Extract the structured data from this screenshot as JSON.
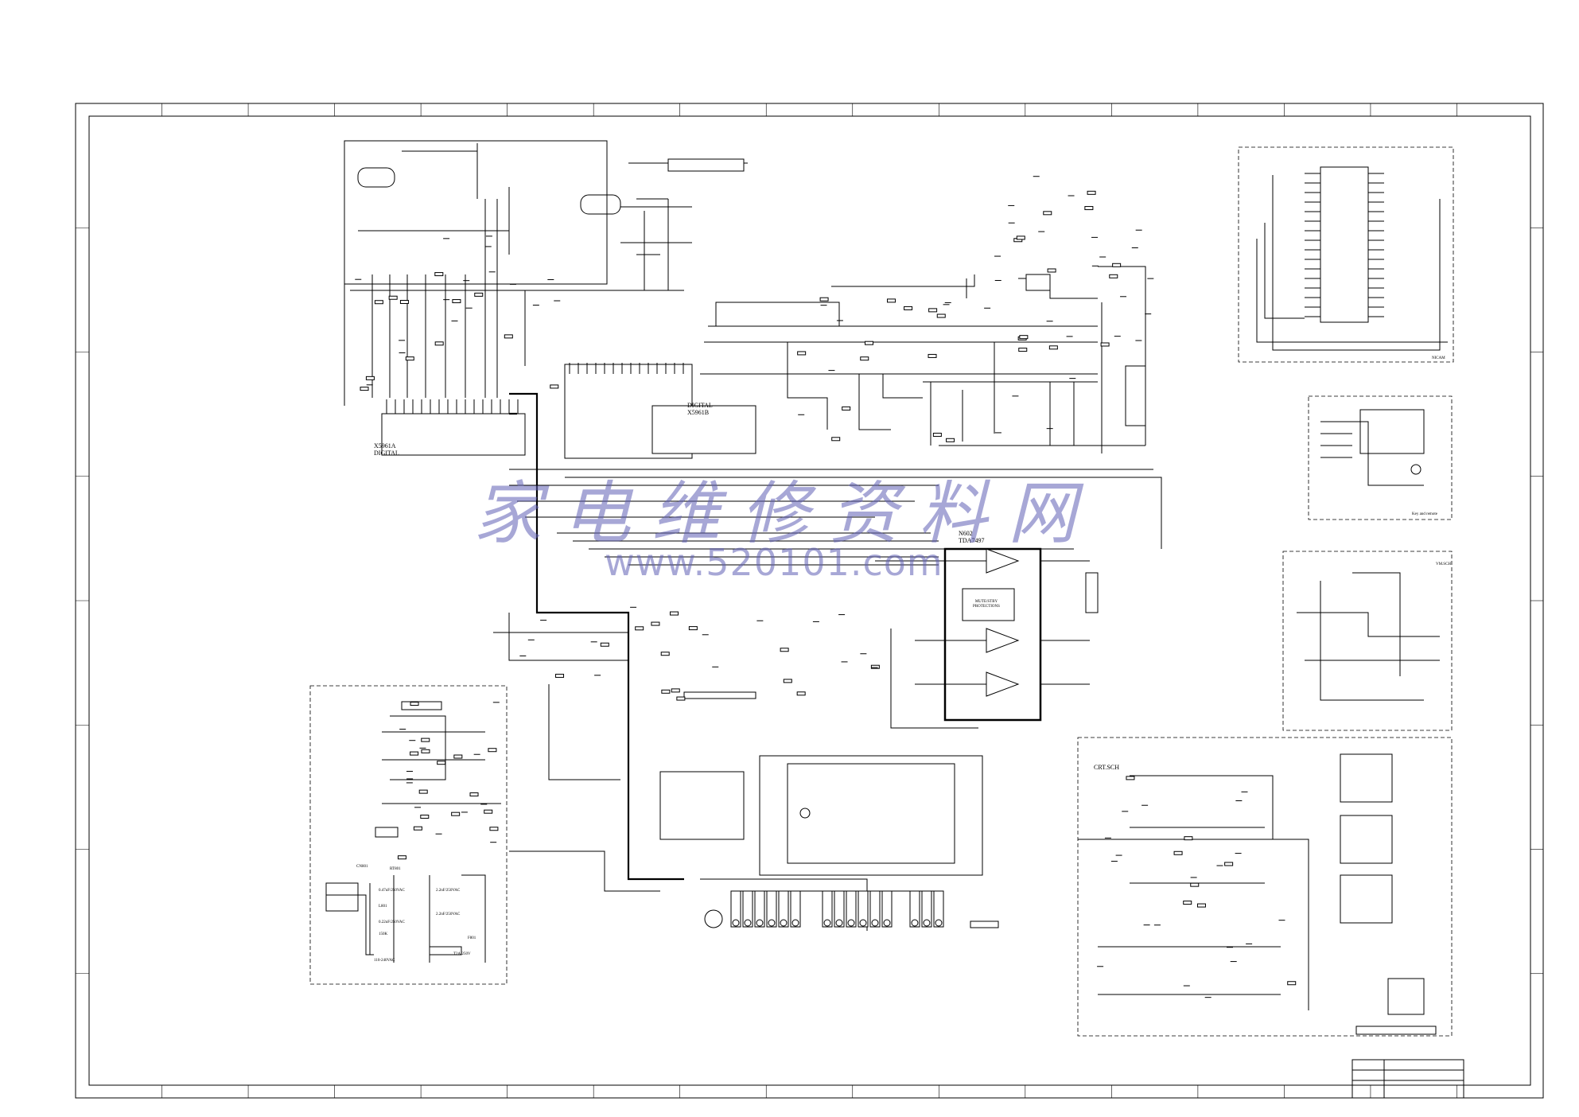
{
  "blocks": {
    "digital_a": "X5961A\nDIGITAL",
    "digital_b": "DIGITAL\nX5961B",
    "amp": "N602\nTDA7497",
    "mute": "MUTE/STBY\nPROTECTIONS",
    "nicam": "NICAM",
    "key_remote": "Key  and  remote",
    "vm": "VM.SCH",
    "crt": "CRT.SCH"
  },
  "power": {
    "fuse": "F801",
    "fuse_rating": "T2A/250V",
    "l801": "L801",
    "c801": "0.47uF/250VAC",
    "c802": "0.22uF/250VAC",
    "c803": "2.2nF/250VAC",
    "c804": "2.2nF/250VAC",
    "rt": "RT801",
    "r801": "150K",
    "input": "110-240VAC",
    "cn": "CN801"
  },
  "watermark": {
    "cn": "家电维修资料网",
    "url": "www.520101.com"
  }
}
